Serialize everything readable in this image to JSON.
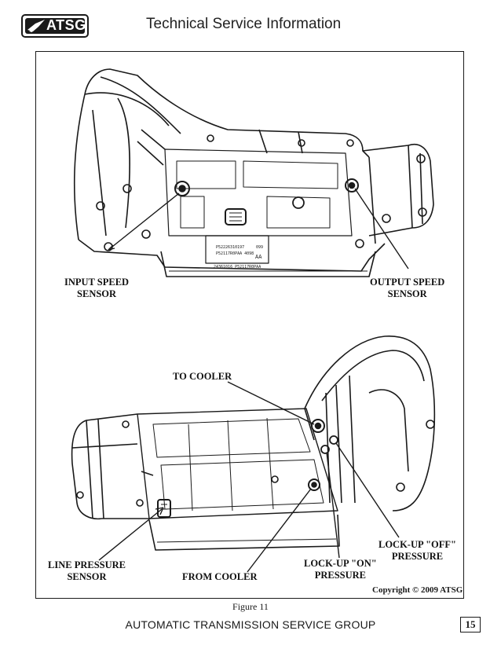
{
  "header": {
    "logo_text": "ATSG",
    "title": "Technical Service Information"
  },
  "figure": {
    "top_labels": {
      "input_speed_sensor": [
        "INPUT SPEED",
        "SENSOR"
      ],
      "output_speed_sensor": [
        "OUTPUT SPEED",
        "SENSOR"
      ]
    },
    "bottom_labels": {
      "to_cooler": "TO COOLER",
      "lockup_off": [
        "LOCK-UP \"OFF\"",
        "PRESSURE"
      ],
      "line_pressure_sensor": [
        "LINE PRESSURE",
        "SENSOR"
      ],
      "from_cooler": "FROM COOLER",
      "lockup_on": [
        "LOCK-UP \"ON\"",
        "PRESSURE"
      ]
    },
    "case_stamps": {
      "barcode_line1": "P52226310197",
      "barcode_line2": "P52117R0PAA 4098",
      "code_aa": "AA",
      "code_099": "099",
      "bottom_line": "24361016 P52117R0PAA"
    },
    "copyright": "Copyright © 2009 ATSG",
    "caption": "Figure 11"
  },
  "footer": {
    "org": "AUTOMATIC TRANSMISSION SERVICE GROUP",
    "page_number": "15"
  }
}
